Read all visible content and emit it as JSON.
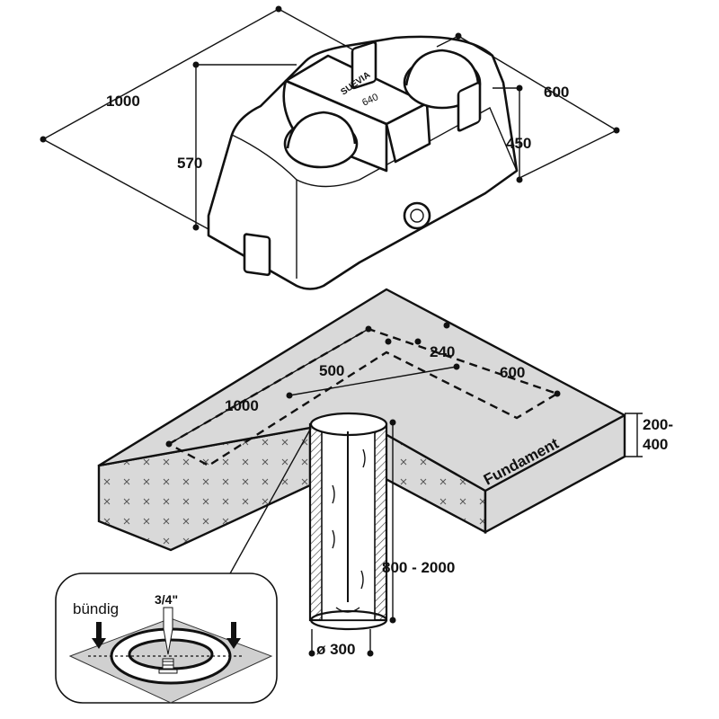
{
  "drinker": {
    "brand": "SUEVIA",
    "model": "640",
    "dim_length": "1000",
    "dim_height": "570",
    "dim_width": "600",
    "dim_trough_height": "450"
  },
  "foundation": {
    "label": "Fundament",
    "dim_length": "1000",
    "dim_500": "500",
    "dim_240": "240",
    "dim_600": "600",
    "dim_thickness_line1": "200-",
    "dim_thickness_line2": "400",
    "pipe_depth": "800 - 2000",
    "pipe_diameter": "ø 300"
  },
  "inset": {
    "flush_label": "bündig",
    "thread_size": "3/4\""
  },
  "colors": {
    "line": "#111111",
    "fill_gray": "#d9d9d9",
    "background": "#ffffff"
  }
}
